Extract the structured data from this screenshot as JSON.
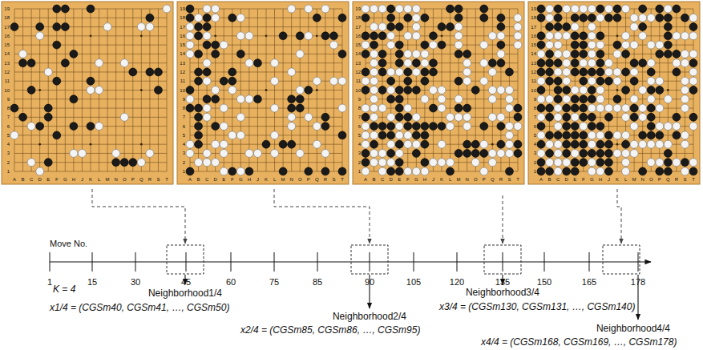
{
  "diagram": {
    "labels": [
      "Move No.",
      "1",
      "15",
      "30",
      "45",
      "60",
      "75",
      "85",
      "90",
      "105",
      "120",
      "135",
      "150",
      "165",
      "178",
      "K = 4",
      "Neighborhood1/4",
      "x1/4 = (CGSm40, CGSm41, …, CGSm50)",
      "Neighborhood2/4",
      "x2/4 = (CGSm85, CGSm86, …, CGSm95)",
      "Neighborhood3/4",
      "x3/4 = (CGSm130, CGSm131, …, CGSm140)",
      "Neighborhood4/4",
      "x4/4 = (CGSm168, CGSm169, …, CGSm178)",
      "A",
      "B",
      "C",
      "D",
      "E",
      "F",
      "G",
      "H",
      "J",
      "K",
      "L",
      "M",
      "N",
      "O",
      "P",
      "Q",
      "R",
      "S",
      "T",
      "19",
      "18",
      "17",
      "16",
      "15",
      "14",
      "13",
      "12",
      "11",
      "10",
      "9",
      "8",
      "7",
      "6",
      "5",
      "4",
      "3",
      "2",
      "1",
      "A",
      "B",
      "C",
      "D",
      "E",
      "F",
      "G",
      "H",
      "J",
      "K",
      "L",
      "M",
      "N",
      "O",
      "P",
      "Q",
      "R",
      "S",
      "T",
      "19",
      "18",
      "17",
      "16",
      "15",
      "14",
      "13",
      "12",
      "11",
      "10",
      "9",
      "8",
      "7",
      "6",
      "5",
      "4",
      "3",
      "2",
      "1",
      "A",
      "B",
      "C",
      "D",
      "E",
      "F",
      "G",
      "H",
      "J",
      "K",
      "L",
      "M",
      "N",
      "O",
      "P",
      "Q",
      "R",
      "S",
      "T",
      "19",
      "18",
      "17",
      "16",
      "15",
      "14",
      "13",
      "12",
      "11",
      "10",
      "9",
      "8",
      "7",
      "6",
      "5",
      "4",
      "3",
      "2",
      "1",
      "A",
      "B",
      "C",
      "D",
      "E",
      "F",
      "G",
      "H",
      "J",
      "K",
      "L",
      "M",
      "N",
      "O",
      "P",
      "Q",
      "R",
      "S",
      "T",
      "19",
      "18",
      "17",
      "16",
      "15",
      "14",
      "13",
      "12",
      "11",
      "10",
      "9",
      "8",
      "7",
      "6",
      "5",
      "4",
      "3",
      "2",
      "1"
    ]
  }
}
